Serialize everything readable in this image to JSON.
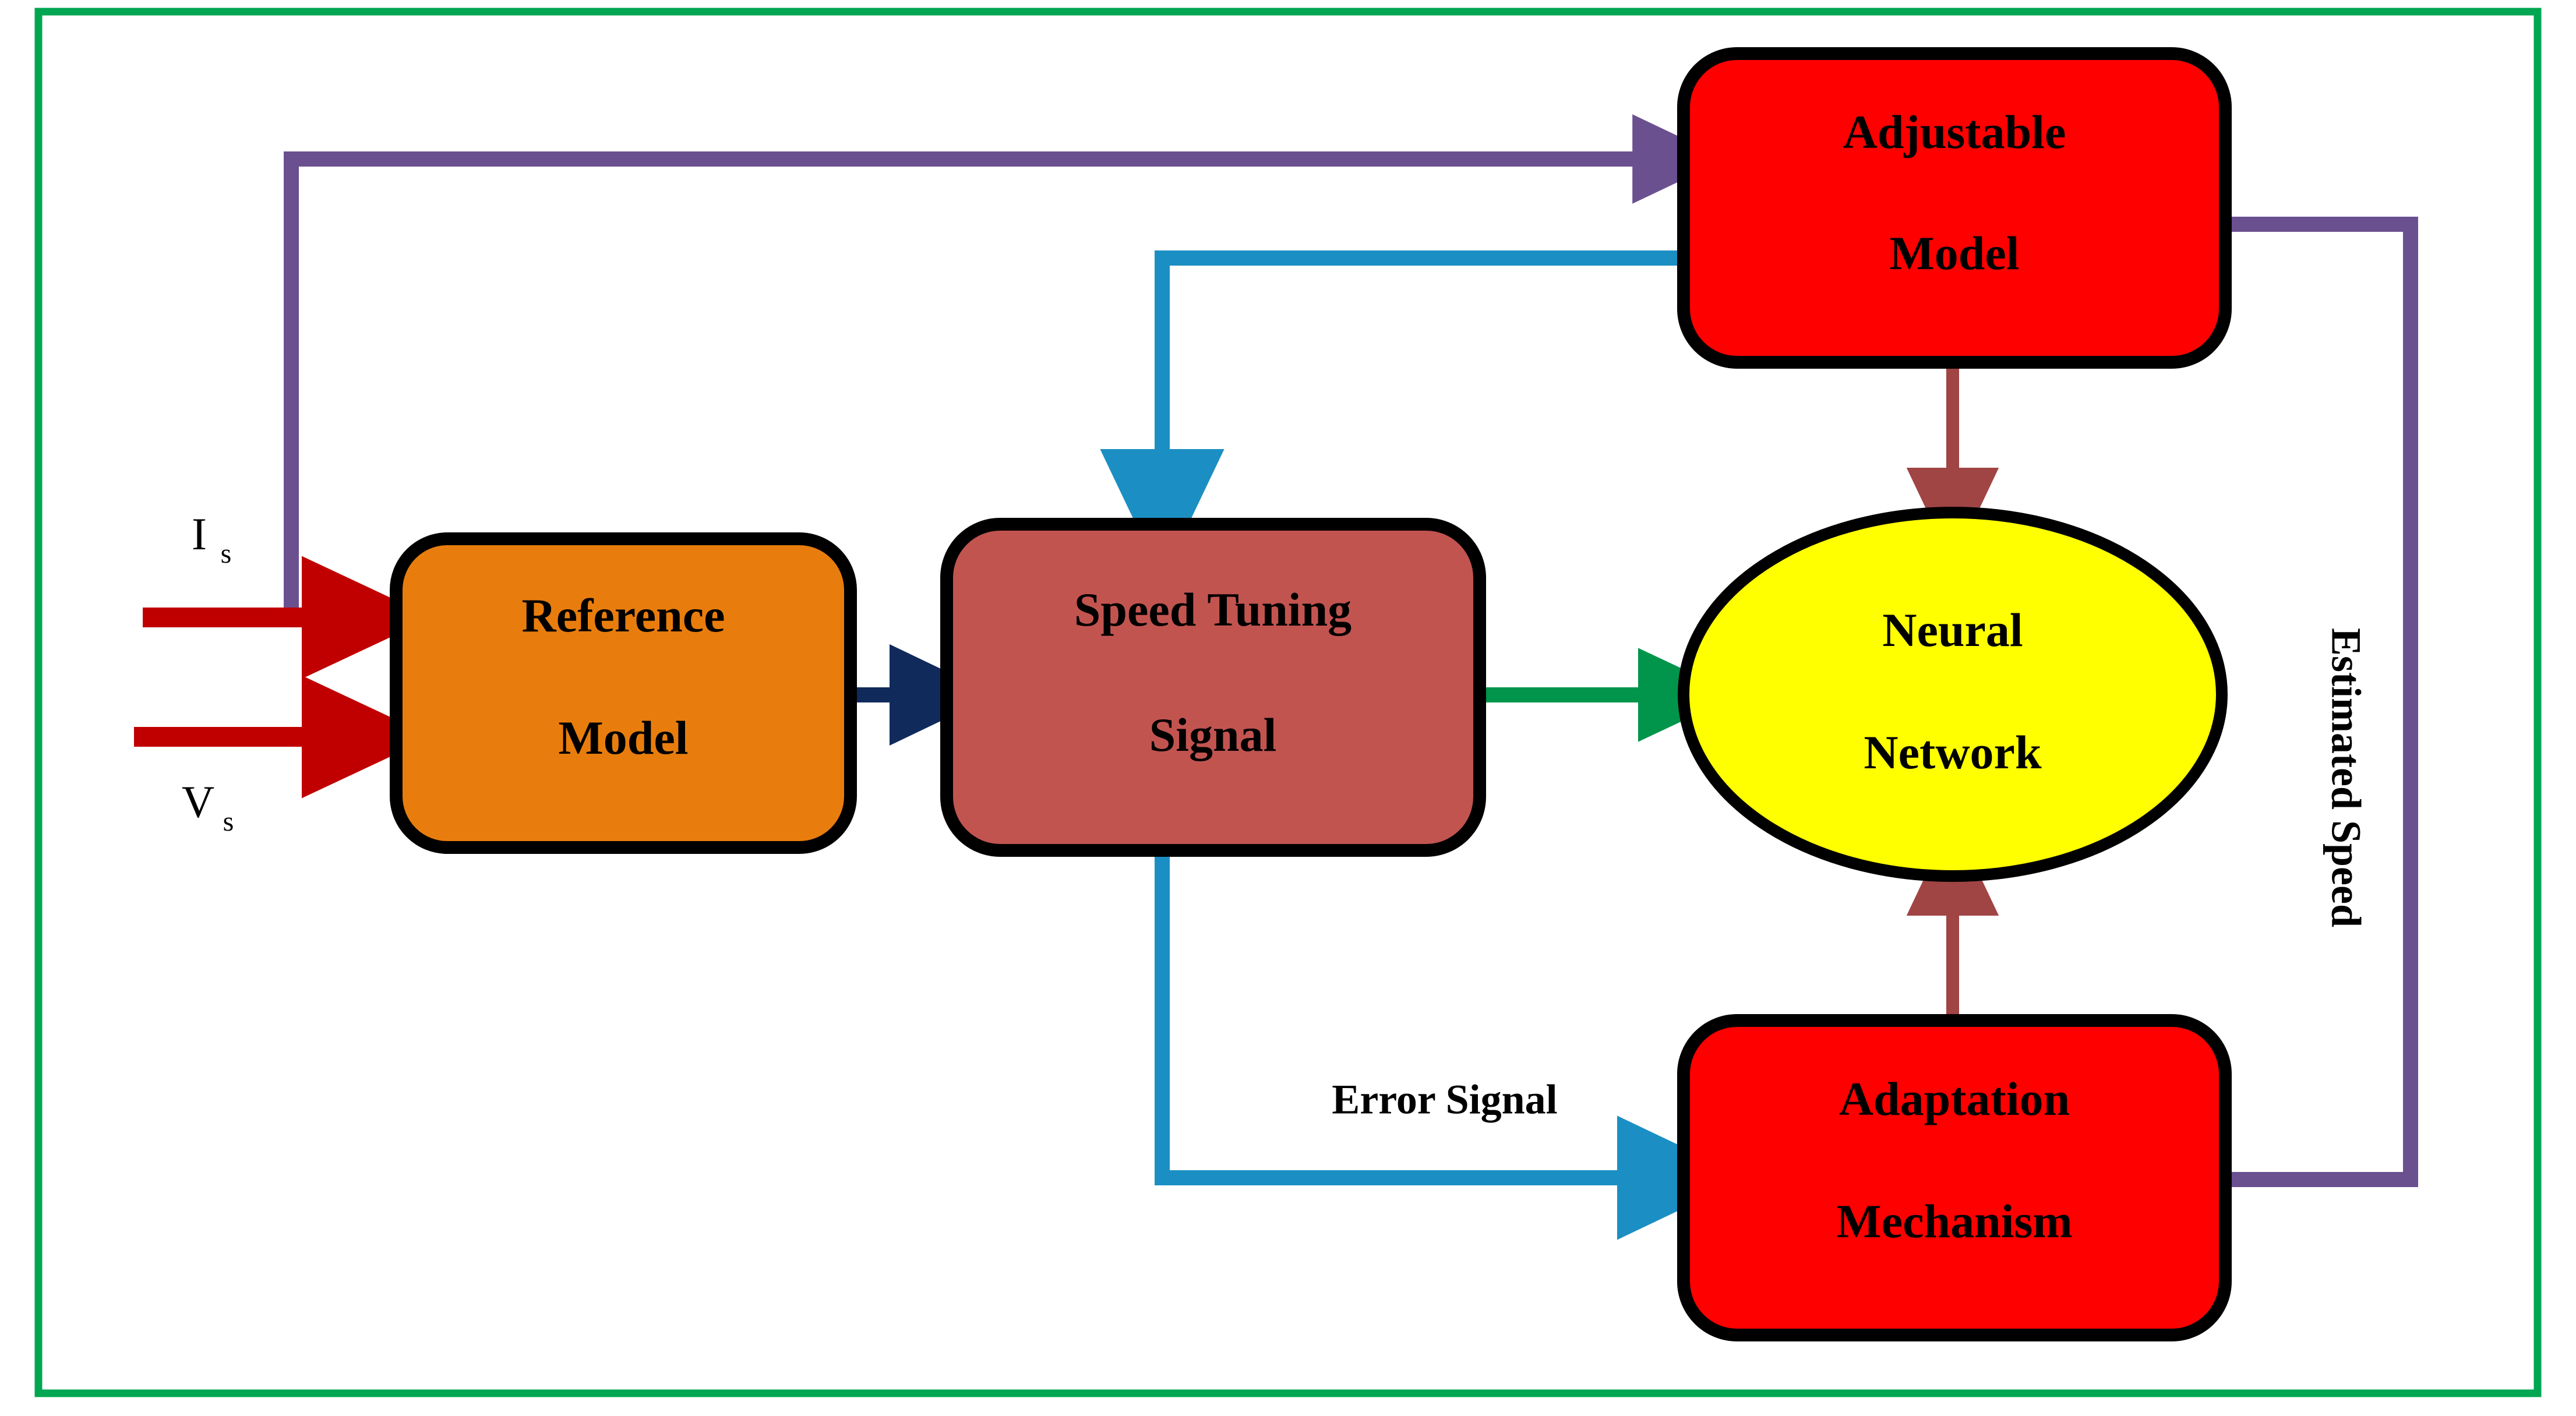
{
  "figure": {
    "type": "block-diagram",
    "title": "MRAS speed estimation block diagram",
    "border_color": "#00A651",
    "background": "#FFFFFF"
  },
  "nodes": [
    {
      "id": "reference-model",
      "label_line1": "Reference",
      "label_line2": "Model",
      "shape": "rounded-rect",
      "fill": "#E87D0D",
      "stroke": "#000000"
    },
    {
      "id": "speed-tuning-signal",
      "label_line1": "Speed Tuning",
      "label_line2": "Signal",
      "shape": "rounded-rect",
      "fill": "#C25450",
      "stroke": "#000000"
    },
    {
      "id": "adjustable-model",
      "label_line1": "Adjustable",
      "label_line2": "Model",
      "shape": "rounded-rect",
      "fill": "#FF0000",
      "stroke": "#000000"
    },
    {
      "id": "neural-network",
      "label_line1": "Neural",
      "label_line2": "Network",
      "shape": "ellipse",
      "fill": "#FFFF00",
      "stroke": "#000000"
    },
    {
      "id": "adaptation-mechanism",
      "label_line1": "Adaptation",
      "label_line2": "Mechanism",
      "shape": "rounded-rect",
      "fill": "#FF0000",
      "stroke": "#000000"
    }
  ],
  "io_labels": {
    "current_symbol": "I",
    "current_subscript": "s",
    "voltage_symbol": "V",
    "voltage_subscript": "s"
  },
  "edge_labels": {
    "error_signal": "Error Signal",
    "estimated_speed": "Estimated Speed"
  },
  "edges": [
    {
      "id": "is-input",
      "from": "Is",
      "to": "reference-model",
      "color": "#C00000"
    },
    {
      "id": "vs-input",
      "from": "Vs",
      "to": "reference-model",
      "color": "#C00000"
    },
    {
      "id": "reference-to-tuning",
      "from": "reference-model",
      "to": "speed-tuning-signal",
      "color": "#102A5C"
    },
    {
      "id": "tuning-to-neural",
      "from": "speed-tuning-signal",
      "to": "neural-network",
      "color": "#00954B"
    },
    {
      "id": "adjustable-to-tuning",
      "from": "adjustable-model",
      "to": "speed-tuning-signal",
      "color": "#1B8FC4"
    },
    {
      "id": "tuning-to-adaptation",
      "from": "speed-tuning-signal",
      "to": "adaptation-mechanism",
      "label": "Error Signal",
      "color": "#1B8FC4"
    },
    {
      "id": "adjustable-to-neural",
      "from": "adjustable-model",
      "to": "neural-network",
      "color": "#A04444"
    },
    {
      "id": "adaptation-to-neural",
      "from": "adaptation-mechanism",
      "to": "neural-network",
      "color": "#A04444"
    },
    {
      "id": "adjustable-to-adaptation-feedback",
      "from": "adjustable-model",
      "to": "adaptation-mechanism",
      "label": "Estimated Speed",
      "color": "#6B5090"
    },
    {
      "id": "adjustable-input-loop",
      "from": "adjustable-model",
      "to": "reference-model-input",
      "color": "#6B5090"
    }
  ],
  "colors": {
    "green_border": "#00A651",
    "orange": "#E87D0D",
    "brick": "#C25450",
    "red": "#FF0000",
    "yellow": "#FFFF00",
    "blue": "#1B8FC4",
    "navy": "#102A5C",
    "green_arrow": "#00954B",
    "maroon": "#A04444",
    "purple": "#6B5090",
    "dark_red": "#C00000"
  }
}
